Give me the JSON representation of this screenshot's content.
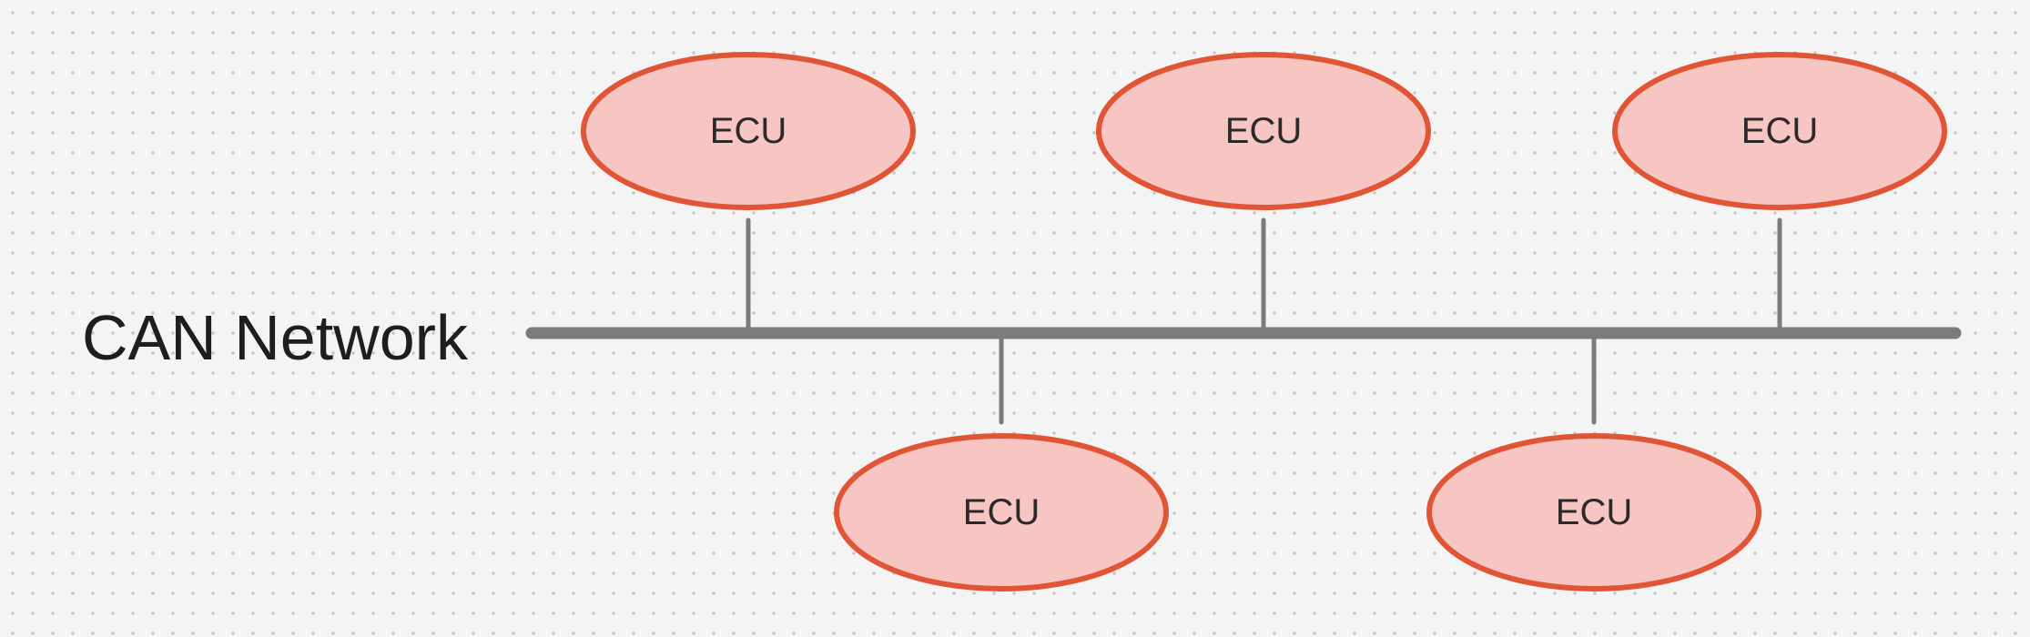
{
  "diagram": {
    "title": "CAN Network",
    "nodes": [
      {
        "label": "ECU",
        "side": "top"
      },
      {
        "label": "ECU",
        "side": "top"
      },
      {
        "label": "ECU",
        "side": "top"
      },
      {
        "label": "ECU",
        "side": "bottom"
      },
      {
        "label": "ECU",
        "side": "bottom"
      }
    ],
    "colors": {
      "node_fill": "#f7c6c2",
      "node_stroke": "#e05535",
      "bus": "#7b7b7b",
      "text": "#2a2a2a",
      "background": "#f4f4f4"
    }
  }
}
